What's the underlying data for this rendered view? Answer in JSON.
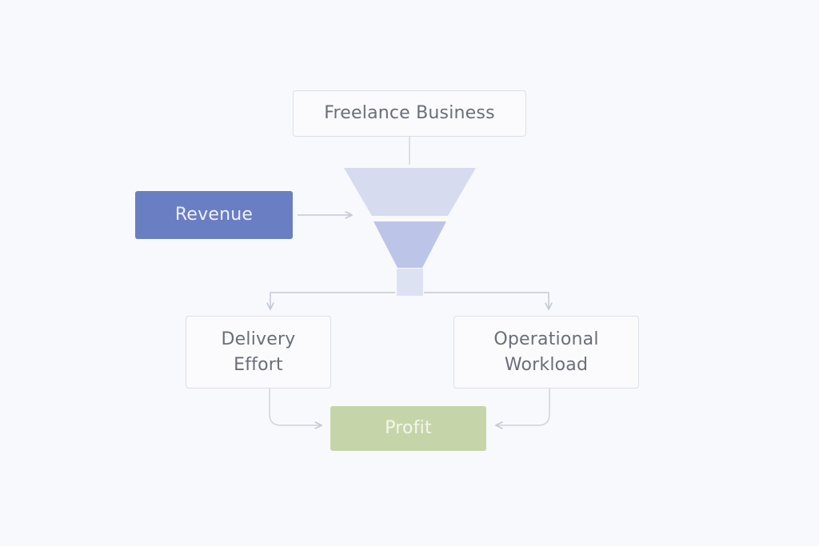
{
  "diagram": {
    "top_node": "Freelance Business",
    "input_node": "Revenue",
    "left_node": "Delivery\nEffort",
    "right_node": "Operational\nWorkload",
    "output_node": "Profit"
  },
  "colors": {
    "input_fill": "#6a7ec4",
    "output_fill": "#c6d5a9",
    "funnel_top": "#d6dbef",
    "funnel_mid": "#bcc5e7",
    "funnel_spout": "#dde2f3",
    "connector": "#c5c9d3"
  },
  "icons": {
    "funnel": "funnel-icon"
  }
}
